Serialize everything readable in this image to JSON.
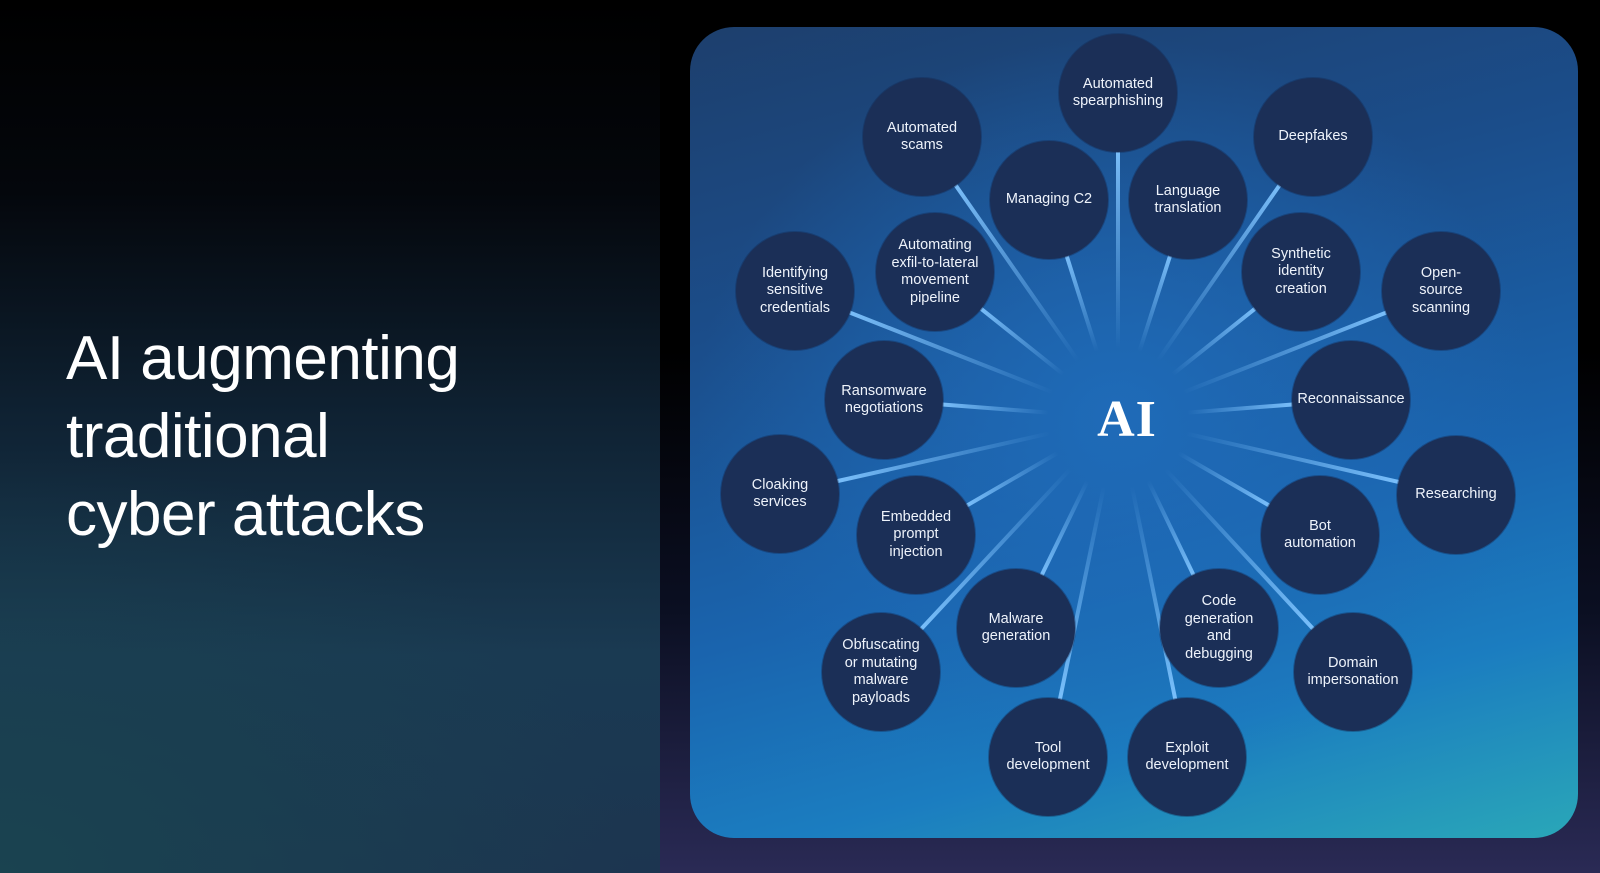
{
  "slide": {
    "title_lines": [
      "AI augmenting",
      "traditional",
      "cyber attacks"
    ]
  },
  "diagram": {
    "hub_label": "AI",
    "colors": {
      "node_fill": "#1b2f57",
      "ray": "#7fc4ff",
      "panel_top": "#1d3f6d",
      "panel_bottom": "#2aa7b8"
    },
    "nodes": [
      {
        "id": "automated-spearphishing",
        "label": "Automated\nspearphishing"
      },
      {
        "id": "automated-scams",
        "label": "Automated\nscams"
      },
      {
        "id": "deepfakes",
        "label": "Deepfakes"
      },
      {
        "id": "managing-c2",
        "label": "Managing C2"
      },
      {
        "id": "language-translation",
        "label": "Language\ntranslation"
      },
      {
        "id": "automating-exfil",
        "label": "Automating\nexfil-to-lateral\nmovement\npipeline"
      },
      {
        "id": "synthetic-identity",
        "label": "Synthetic\nidentity\ncreation"
      },
      {
        "id": "identifying-credentials",
        "label": "Identifying\nsensitive\ncredentials"
      },
      {
        "id": "open-source-scanning",
        "label": "Open-\nsource\nscanning"
      },
      {
        "id": "ransomware-negotiations",
        "label": "Ransomware\nnegotiations"
      },
      {
        "id": "reconnaissance",
        "label": "Reconnaissance"
      },
      {
        "id": "cloaking-services",
        "label": "Cloaking\nservices"
      },
      {
        "id": "researching",
        "label": "Researching"
      },
      {
        "id": "embedded-prompt-injection",
        "label": "Embedded\nprompt\ninjection"
      },
      {
        "id": "bot-automation",
        "label": "Bot\nautomation"
      },
      {
        "id": "malware-generation",
        "label": "Malware\ngeneration"
      },
      {
        "id": "code-generation",
        "label": "Code\ngeneration\nand\ndebugging"
      },
      {
        "id": "obfuscating-payloads",
        "label": "Obfuscating\nor mutating\nmalware\npayloads"
      },
      {
        "id": "domain-impersonation",
        "label": "Domain\nimpersonation"
      },
      {
        "id": "tool-development",
        "label": "Tool\ndevelopment"
      },
      {
        "id": "exploit-development",
        "label": "Exploit\ndevelopment"
      }
    ]
  }
}
